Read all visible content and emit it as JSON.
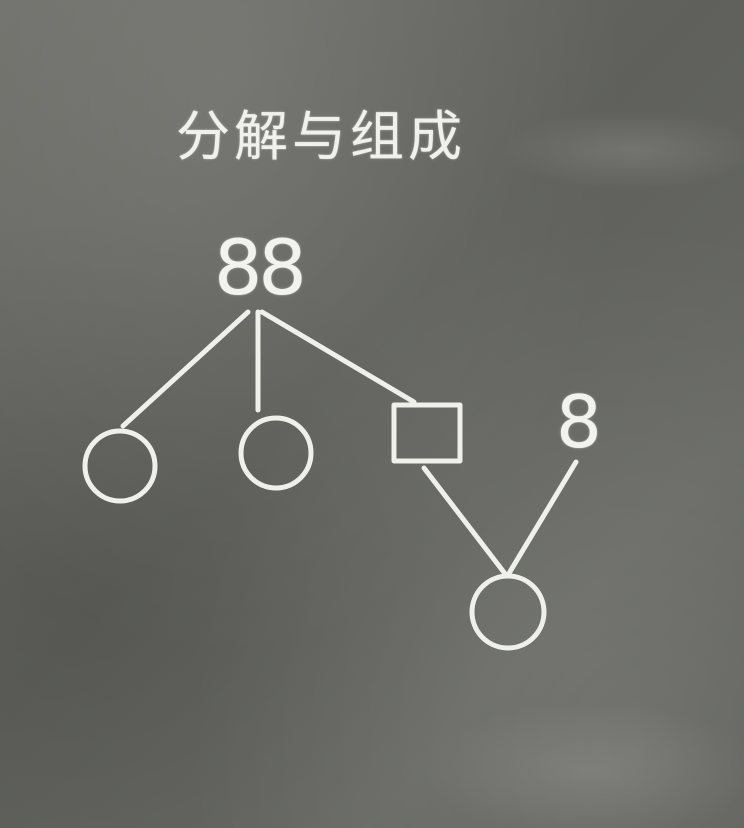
{
  "title": "分解与组成",
  "top_number": "88",
  "side_number": "8",
  "colors": {
    "board": "#62635e",
    "chalk": "#f0f0ea"
  }
}
